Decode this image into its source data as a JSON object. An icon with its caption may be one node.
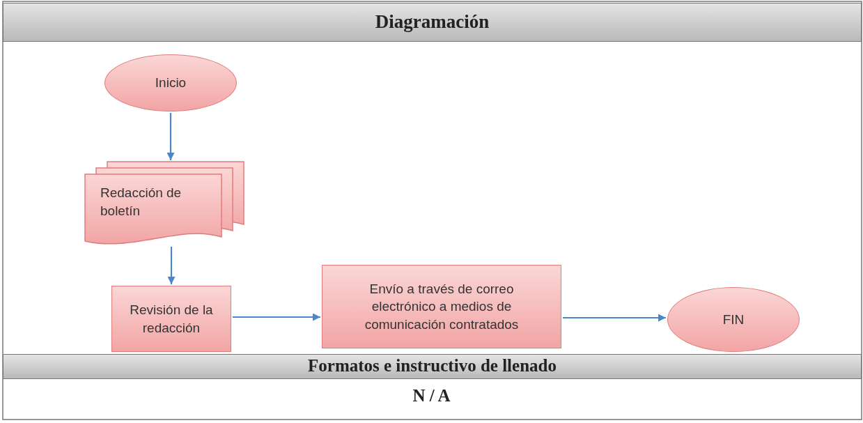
{
  "diagram": {
    "title": "Diagramación",
    "nodes": [
      {
        "text": [
          "Inicio"
        ]
      },
      {
        "text": [
          "Redacción de boletín"
        ]
      },
      {
        "text": [
          "Revisión de la redacción"
        ]
      },
      {
        "text": [
          "Envío a través de correo electrónico a medios de comunicación contratados"
        ]
      },
      {
        "text": [
          "FIN"
        ]
      }
    ],
    "edges": [
      {
        "from": 0,
        "to": 1,
        "arrow": "to"
      },
      {
        "from": 1,
        "to": 2,
        "arrow": "to"
      },
      {
        "from": 2,
        "to": 3,
        "arrow": "to"
      },
      {
        "from": 3,
        "to": 4,
        "arrow": "to"
      }
    ],
    "labels": [
      "Formatos e instructivo de llenado",
      "N / A"
    ]
  }
}
